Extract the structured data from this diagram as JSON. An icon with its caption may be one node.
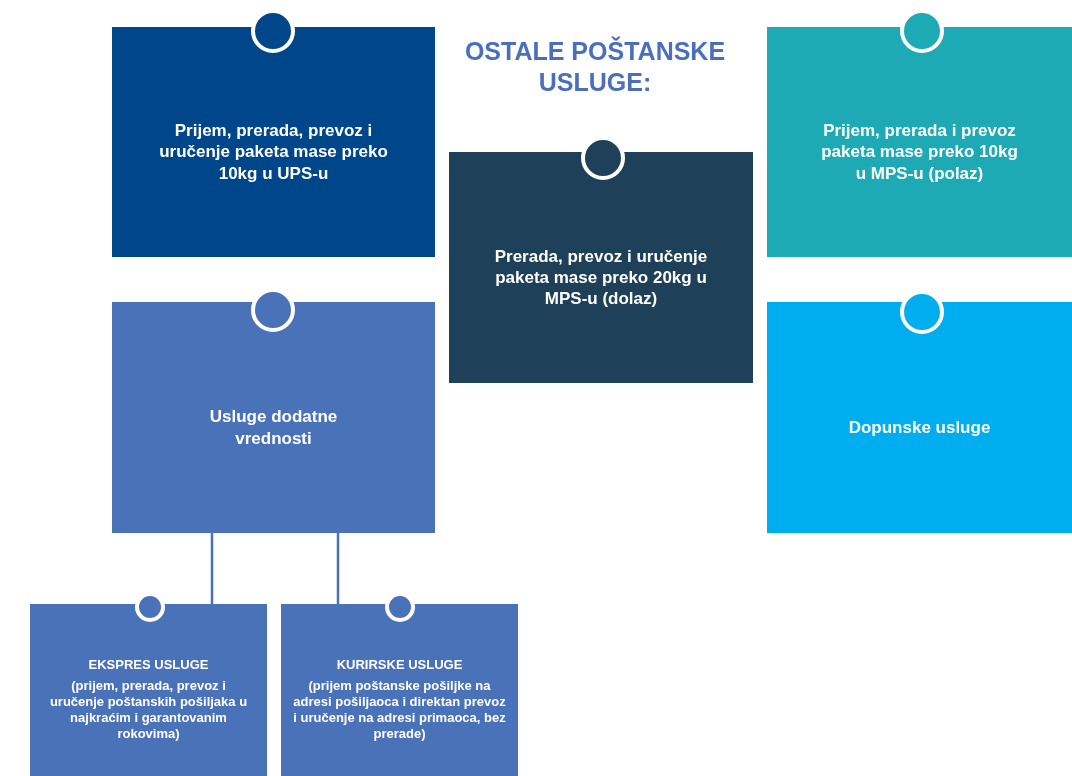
{
  "diagram": {
    "title": "OSTALE POŠTANSKE USLUGE:",
    "nodes": [
      {
        "text": [
          "Prijem, prerada, prevoz i uručenje paketa mase preko 10kg u UPS-u"
        ]
      },
      {
        "text": [
          "Prijem, prerada i prevoz paketa mase preko 10kg u MPS-u (polaz)"
        ]
      },
      {
        "text": [
          "Prerada, prevoz i uručenje paketa mase preko 20kg u MPS-u (dolaz)"
        ]
      },
      {
        "text": [
          "Usluge dodatne vrednosti"
        ]
      },
      {
        "text": [
          "Dopunske usluge"
        ]
      },
      {
        "text": [
          "EKSPRES USLUGE",
          "(prijem, prerada, prevoz i uručenje poštanskih pošiljaka u najkraćim i garantovanim rokovima)"
        ]
      },
      {
        "text": [
          "KURIRSKE USLUGE",
          "(prijem poštanske pošiljke na adresi pošiljaoca i direktan prevoz i uručenje na adresi primaoca,  bez prerade)"
        ]
      }
    ],
    "edges": [
      {
        "from": 3,
        "to": 5,
        "arrow": "none"
      },
      {
        "from": 3,
        "to": 6,
        "arrow": "none"
      }
    ]
  }
}
